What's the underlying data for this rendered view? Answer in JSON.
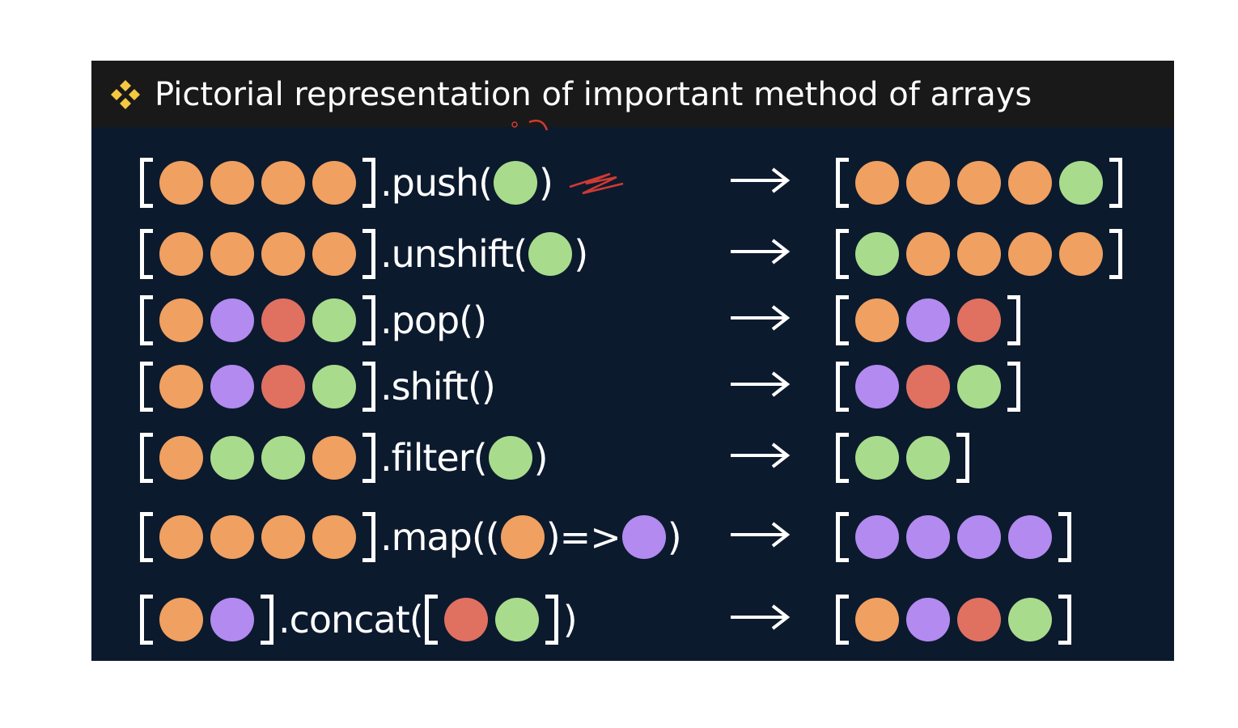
{
  "title": "Pictorial representation of important method of arrays",
  "colors": {
    "orange": "#f0a060",
    "green": "#a8dc8c",
    "red": "#e07060",
    "purple": "#b38af0",
    "panel": "#0c1a2e",
    "title_bar": "#191919",
    "title_icon": "#f5c842",
    "annotation": "#d03a32"
  },
  "icons": {
    "title_icon": "four-diamonds-icon",
    "arrow": "right-arrow-icon"
  },
  "rows": [
    {
      "method": "push",
      "input": [
        "orange",
        "orange",
        "orange",
        "orange"
      ],
      "call": [
        ".push(",
        {
          "ball": "green"
        },
        ")"
      ],
      "output": [
        "orange",
        "orange",
        "orange",
        "orange",
        "green"
      ]
    },
    {
      "method": "unshift",
      "input": [
        "orange",
        "orange",
        "orange",
        "orange"
      ],
      "call": [
        ".unshift(",
        {
          "ball": "green"
        },
        ")"
      ],
      "output": [
        "green",
        "orange",
        "orange",
        "orange",
        "orange"
      ]
    },
    {
      "method": "pop",
      "input": [
        "orange",
        "purple",
        "red",
        "green"
      ],
      "call": [
        ".pop()"
      ],
      "output": [
        "orange",
        "purple",
        "red"
      ]
    },
    {
      "method": "shift",
      "input": [
        "orange",
        "purple",
        "red",
        "green"
      ],
      "call": [
        ".shift()"
      ],
      "output": [
        "purple",
        "red",
        "green"
      ]
    },
    {
      "method": "filter",
      "input": [
        "orange",
        "green",
        "green",
        "orange"
      ],
      "call": [
        ".filter(",
        {
          "ball": "green"
        },
        ")"
      ],
      "output": [
        "green",
        "green"
      ]
    },
    {
      "method": "map",
      "input": [
        "orange",
        "orange",
        "orange",
        "orange"
      ],
      "call": [
        ".map((",
        {
          "ball": "orange"
        },
        ")=>",
        {
          "ball": "purple"
        },
        ")"
      ],
      "output": [
        "purple",
        "purple",
        "purple",
        "purple"
      ]
    },
    {
      "method": "concat",
      "input": [
        "orange",
        "purple"
      ],
      "call": [
        ".concat(",
        {
          "array": [
            "red",
            "green"
          ]
        },
        ")"
      ],
      "output": [
        "orange",
        "purple",
        "red",
        "green"
      ]
    }
  ]
}
